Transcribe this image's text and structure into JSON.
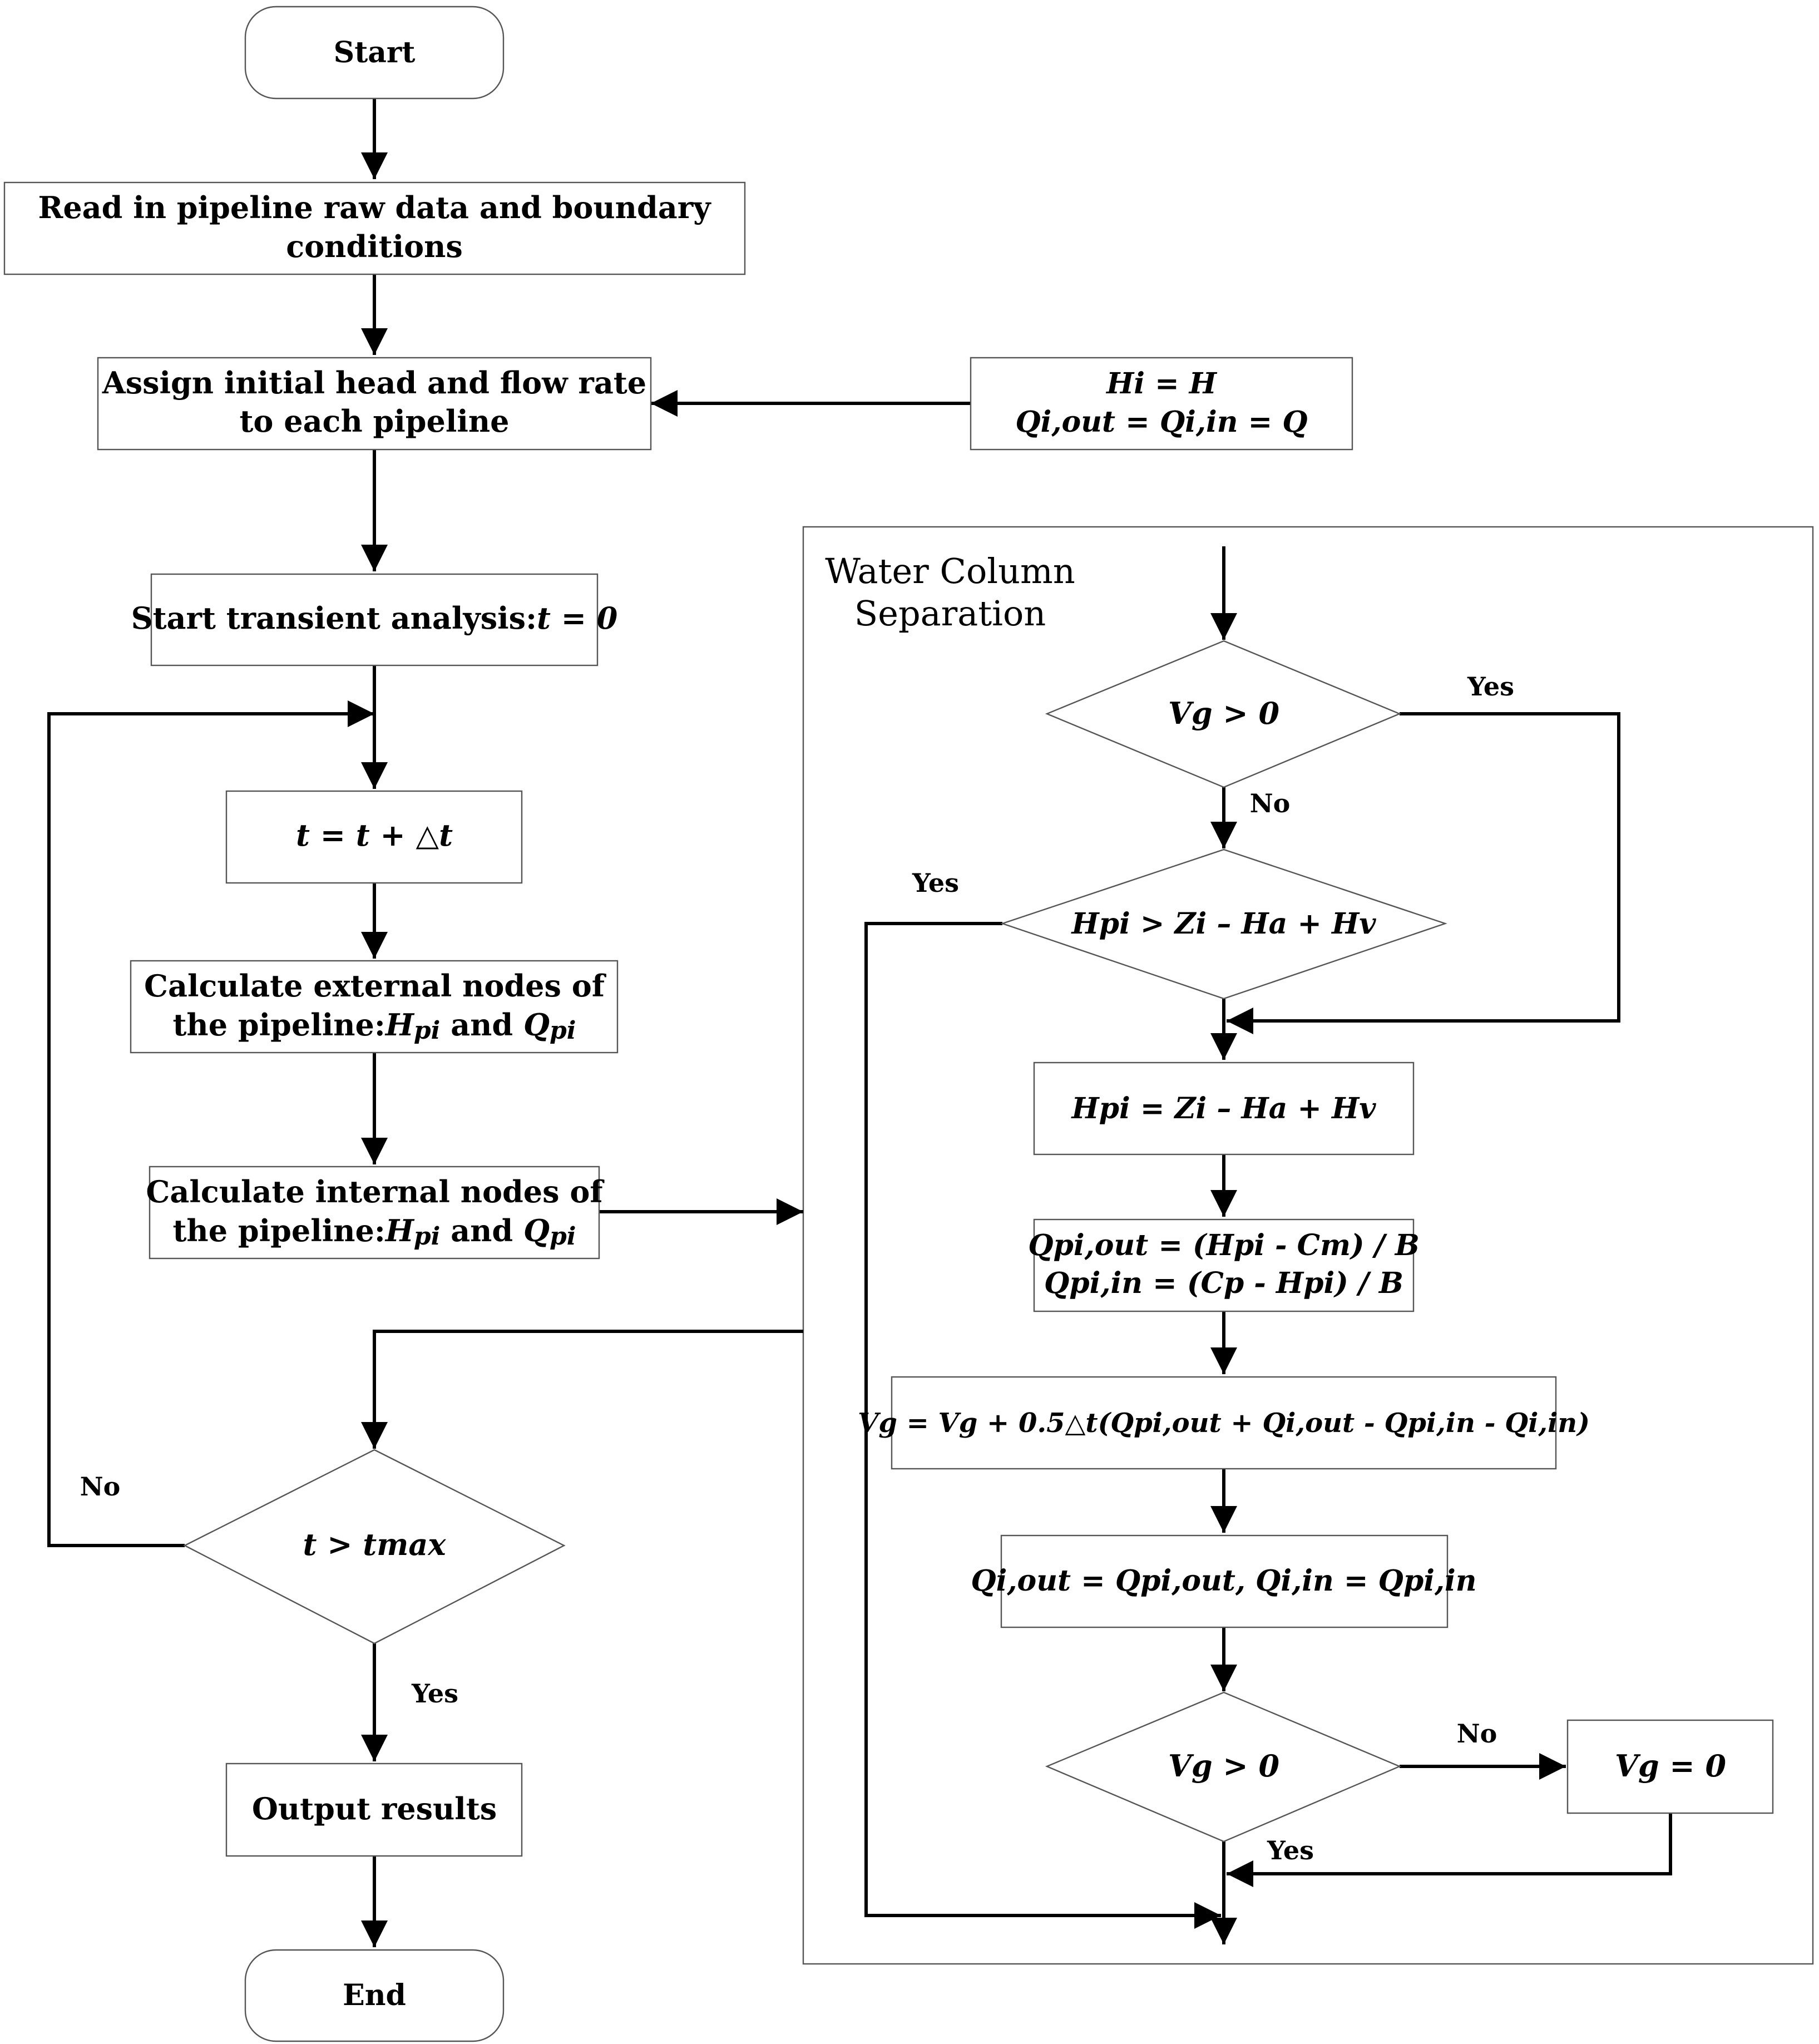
{
  "nodes": {
    "start": "Start",
    "read_line1": "Read in pipeline raw data and boundary",
    "read_line2": "conditions",
    "assign_line1": "Assign initial head and flow rate",
    "assign_line2": "to each pipeline",
    "start_transient": "Start transient analysis:",
    "start_transient_eq": "t = 0",
    "time_step": "t = t + △t",
    "calc_external_line1": "Calculate external nodes of",
    "calc_external_line2": "the pipeline:",
    "calc_internal_line1": "Calculate internal nodes of",
    "calc_internal_line2": "the pipeline:",
    "and_word": "and",
    "check_time": "t > tmax",
    "output": "Output results",
    "end": "End"
  },
  "init_box": {
    "eq1": "Hi = H",
    "eq2": "Qi,out = Qi,in = Q"
  },
  "group": {
    "title_line1": "Water Column",
    "title_line2": "Separation"
  },
  "wcs": {
    "decision1": "Vg > 0",
    "decision2": "Hpi > Zi – Ha + Hv",
    "assign_head": "Hpi = Zi – Ha + Hv",
    "flow_out": "Qpi,out = (Hpi - Cm) / B",
    "flow_in": "Qpi,in = (Cp - Hpi) / B",
    "volume_update": "Vg = Vg + 0.5△t(Qpi,out + Qi,out - Qpi,in - Qi,in)",
    "flow_assign": "Qi,out = Qpi,out, Qi,in = Qpi,in",
    "decision3": "Vg > 0",
    "reset_volume": "Vg = 0"
  },
  "edge_labels": {
    "yes": "Yes",
    "no": "No"
  }
}
